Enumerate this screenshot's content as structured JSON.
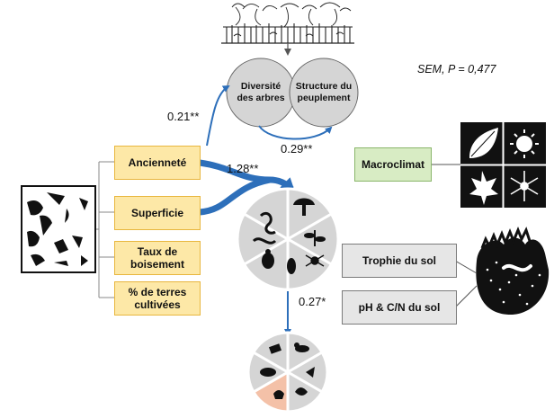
{
  "stats": {
    "sem_label": "SEM, P = 0,477"
  },
  "predictors": [
    {
      "label": "Ancienneté"
    },
    {
      "label": "Superficie"
    },
    {
      "label": "Taux de boisement"
    },
    {
      "label": "% de terres cultivées"
    }
  ],
  "forest": {
    "diversity_label": "Diversité des arbres",
    "structure_label": "Structure du peuplement"
  },
  "climate": {
    "label": "Macroclimat",
    "icons": [
      "leaf-icon",
      "sun-icon",
      "maple-leaf-icon",
      "snowflake-icon"
    ]
  },
  "soil": {
    "trophy_label": "Trophie du sol",
    "ph_label": "pH & C/N du sol"
  },
  "coefficients": {
    "anciennete_diversity": "0.21**",
    "diversity_structure": "0.29**",
    "to_biodiversity": "1.28**",
    "biodiversity_to_functions": "0.27*"
  },
  "biodiversity_icons": [
    "snake-icon",
    "mushroom-icon",
    "plant-icon",
    "worm-icon",
    "beetle-icon",
    "seed-icon",
    "spider-icon"
  ],
  "function_icons": [
    "predation-icon",
    "pollination-icon",
    "seed-dispersal-icon",
    "decomposition-icon",
    "herbivory-icon",
    "pest-control-icon"
  ],
  "colors": {
    "predictor_fill": "#fde8a7",
    "predictor_border": "#e8b63e",
    "circle_fill": "#d5d5d5",
    "arrow_blue": "#2d6fba",
    "climate_fill": "#d8ecc4",
    "climate_border": "#8ab66b",
    "soil_fill": "#e6e6e6",
    "soil_border": "#7a7a7a",
    "wheel_fill": "#d5d5d5",
    "accent_wedge": "#f4c1a8"
  }
}
